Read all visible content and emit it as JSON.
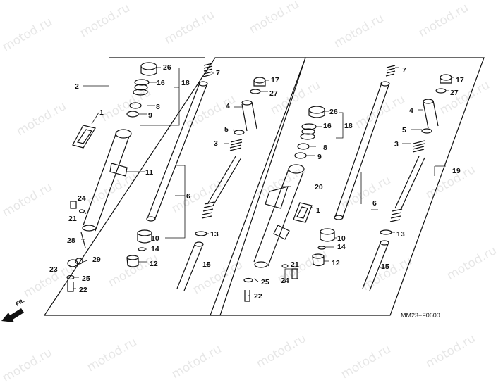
{
  "watermark": {
    "text": "motod.ru"
  },
  "figure_code": "MM23−F0600",
  "direction_label": "FR.",
  "callouts": {
    "n1": "1",
    "n2": "2",
    "n3": "3",
    "n4": "4",
    "n5": "5",
    "n6": "6",
    "n7": "7",
    "n8": "8",
    "n9": "9",
    "n10": "10",
    "n11": "11",
    "n12": "12",
    "n13": "13",
    "n14": "14",
    "n15": "15",
    "n16": "16",
    "n17": "17",
    "n18": "18",
    "n19": "19",
    "n20": "20",
    "n21": "21",
    "n22": "22",
    "n23": "23",
    "n24": "24",
    "n25": "25",
    "n26": "26",
    "n27": "27",
    "n28": "28",
    "n29": "29"
  }
}
